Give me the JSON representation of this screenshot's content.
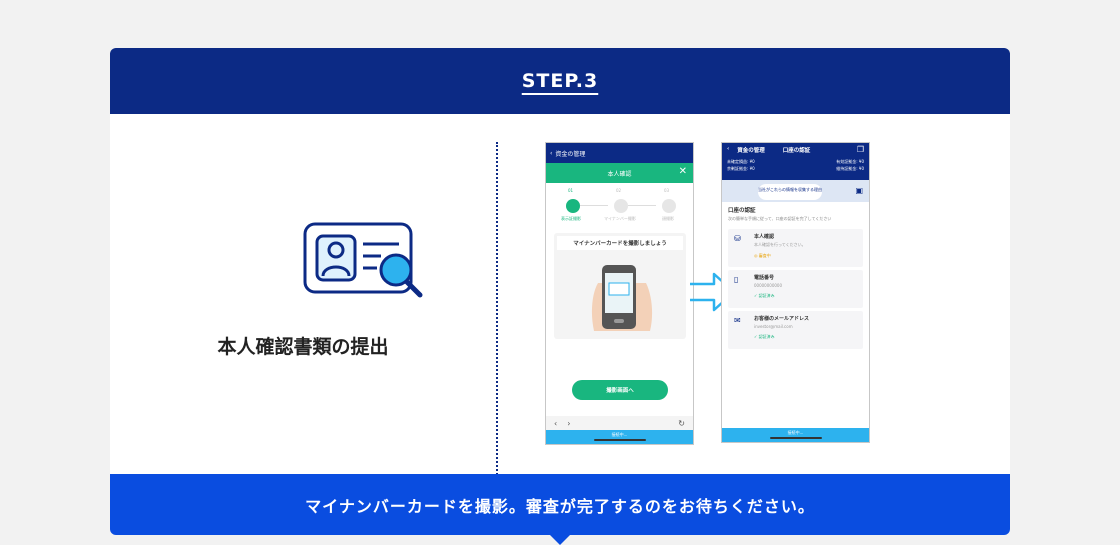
{
  "step": {
    "title": "STEP.3"
  },
  "left": {
    "caption": "本人確認書類の提出",
    "icon": "id-card-search-icon"
  },
  "phone1": {
    "topbar_title": "資金の管理",
    "green_title": "本人確認",
    "close_glyph": "✕",
    "steps": [
      {
        "num": "01",
        "label": "表示証撮影"
      },
      {
        "num": "02",
        "label": "マイナンバー撮影"
      },
      {
        "num": "03",
        "label": "顔撮影"
      }
    ],
    "panel_title": "マイナンバーカードを撮影しましょう",
    "button_label": "撮影画面へ",
    "bottom_text": "接続中..."
  },
  "phone2": {
    "back_label": "資金の管理",
    "title": "口座の認証",
    "row_a_left_label": "未確定損益:",
    "row_a_left_value": "¥0",
    "row_a_right_label": "有効証拠金:",
    "row_a_right_value": "¥0",
    "row_b_left_label": "余剰証拠金:",
    "row_b_left_value": "¥0",
    "row_b_right_label": "維持証拠金:",
    "row_b_right_value": "¥0",
    "reason_chip": "当社がこれらの情報を収集する理由",
    "section_title": "口座の認証",
    "section_desc": "次の簡単な手順に従って、口座の認証を完了してください",
    "items": [
      {
        "title": "本人確認",
        "sub": "本人確認を行ってください。",
        "status": "審査中",
        "icon": "id-icon"
      },
      {
        "title": "電話番号",
        "sub": "00000000000",
        "status": "認証済み",
        "icon": "phone-icon"
      },
      {
        "title": "お客様のメールアドレス",
        "sub": "investor@mail.com",
        "status": "認証済み",
        "icon": "mail-icon"
      }
    ],
    "bottom_text": "接続中..."
  },
  "footer": {
    "text": "マイナンバーカードを撮影。審査が完了するのをお待ちください。"
  },
  "colors": {
    "navy": "#0c2a85",
    "blue": "#0a4de0",
    "green": "#19b67f",
    "sky": "#2db2ee"
  }
}
